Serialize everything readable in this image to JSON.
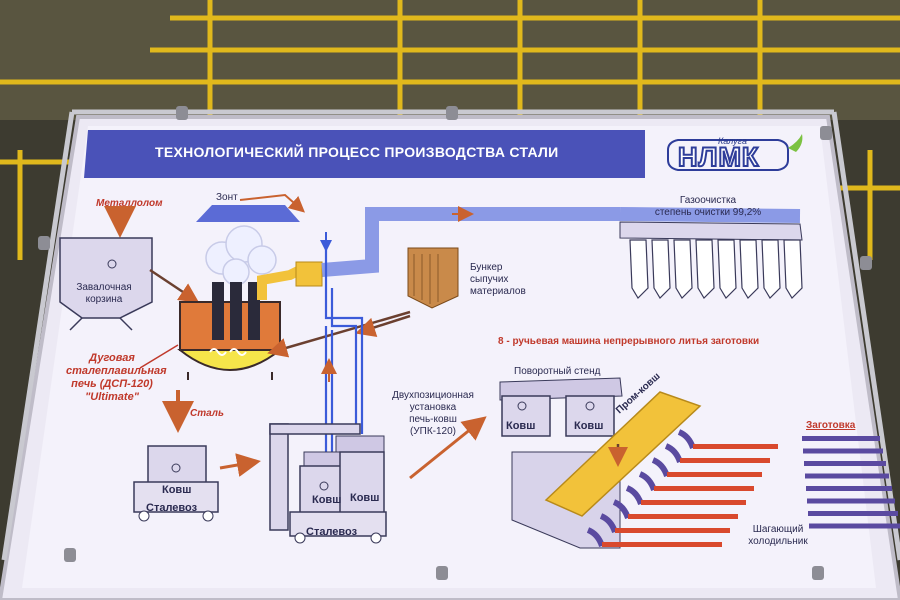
{
  "title": "ТЕХНОЛОГИЧЕСКИЙ ПРОЦЕСС ПРОИЗВОДСТВА СТАЛИ",
  "logo": {
    "city": "Калуга",
    "name": "НЛМК"
  },
  "labels": {
    "metallolom": "Металлолом",
    "zont": "Зонт",
    "zavalochnaya": [
      "Завалочная",
      "корзина"
    ],
    "furnace": [
      "Дуговая",
      "сталеплавильная",
      "печь (ДСП-120)",
      "\"Ultimate\""
    ],
    "stal": "Сталь",
    "kovsh": "Ковш",
    "stalevoz": "Сталевоз",
    "gas": [
      "Газоочистка",
      "степень очистки 99,2%"
    ],
    "bunker": [
      "Бункер",
      "сыпучих",
      "материалов"
    ],
    "ukp": [
      "Двухпозиционная",
      "установка",
      "печь-ковш",
      "(УПК-120)"
    ],
    "caster_title": "8 - ручьевая машина непрерывного литья заготовки",
    "turret": "Поворотный стенд",
    "tundish": "Пром-ковш",
    "billet": "Заготовка",
    "cooler": [
      "Шагающий",
      "холодильник"
    ]
  },
  "colors": {
    "banner": "#4a52b8",
    "board": "#f3f1fb",
    "furnace": "#e07a3a",
    "hot_metal": "#f6e54a",
    "duct": "#8b9ae6",
    "ladle": "#dcd7ec",
    "arrow": "#c9622f",
    "billet_red": "#d9492d",
    "billet_purple": "#5a4aa0",
    "hood": "#5b6bd6",
    "tundish": "#f2c23a",
    "bunker": "#c98a4a",
    "accent_red": "#c0392b"
  }
}
